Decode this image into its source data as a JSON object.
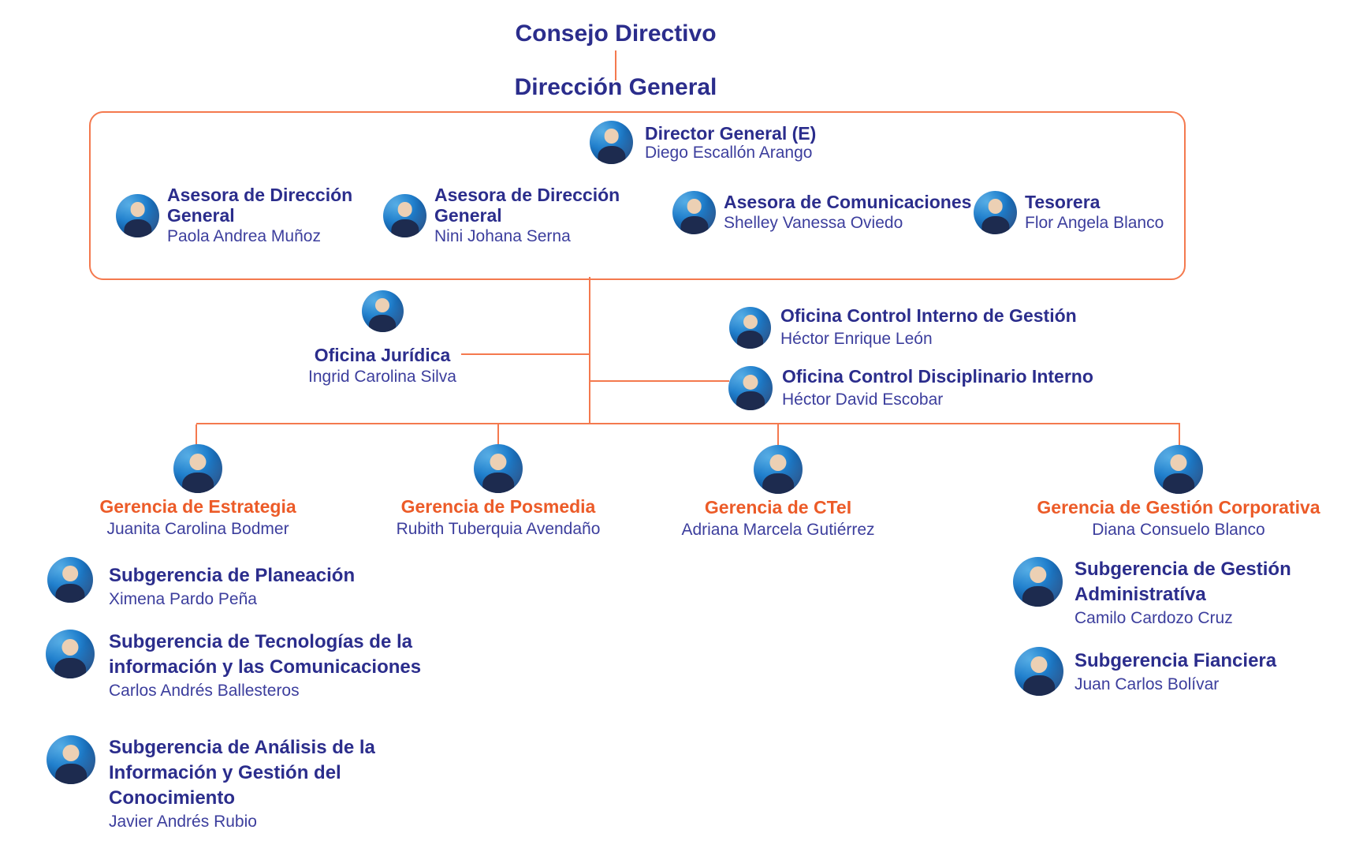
{
  "titles": {
    "top": "Consejo Directivo",
    "main": "Dirección General"
  },
  "board": {
    "director": {
      "role": "Director General (E)",
      "name": "Diego Escallón Arango"
    },
    "advisors": [
      {
        "role_lines": [
          "Asesora de Dirección",
          "General"
        ],
        "name": "Paola Andrea Muñoz"
      },
      {
        "role_lines": [
          "Asesora de Dirección",
          "General"
        ],
        "name": "Nini Johana Serna"
      },
      {
        "role_lines": [
          "Asesora de Comunicaciones"
        ],
        "name": "Shelley Vanessa Oviedo"
      },
      {
        "role_lines": [
          "Tesorera"
        ],
        "name": "Flor Angela Blanco"
      }
    ]
  },
  "offices": [
    {
      "role": "Oficina Jurídica",
      "name": "Ingrid Carolina Silva"
    },
    {
      "role": "Oficina Control Interno de Gestión",
      "name": "Héctor Enrique León"
    },
    {
      "role": "Oficina Control Disciplinario Interno",
      "name": "Héctor David Escobar"
    }
  ],
  "managements": [
    {
      "role": "Gerencia de Estrategia",
      "name": "Juanita Carolina Bodmer"
    },
    {
      "role": "Gerencia de Posmedia",
      "name": "Rubith Tuberquia Avendaño"
    },
    {
      "role": "Gerencia de CTeI",
      "name": "Adriana Marcela Gutiérrez"
    },
    {
      "role": "Gerencia de Gestión Corporativa",
      "name": "Diana Consuelo Blanco"
    }
  ],
  "sub_left": [
    {
      "role_lines": [
        "Subgerencia de Planeación"
      ],
      "name": "Ximena Pardo Peña"
    },
    {
      "role_lines": [
        "Subgerencia de Tecnologías de la",
        "información y las Comunicaciones"
      ],
      "name": "Carlos Andrés Ballesteros"
    },
    {
      "role_lines": [
        "Subgerencia de Análisis de la",
        "Información y Gestión del",
        "Conocimiento"
      ],
      "name": "Javier Andrés Rubio"
    }
  ],
  "sub_right": [
    {
      "role_lines": [
        "Subgerencia de Gestión",
        "Administratíva"
      ],
      "name": "Camilo Cardozo Cruz"
    },
    {
      "role_lines": [
        "Subgerencia Fianciera"
      ],
      "name": "Juan Carlos Bolívar"
    }
  ],
  "colors": {
    "navy_title": "#2b2d8c",
    "navy_name": "#3c3e9d",
    "orange_management": "#ec5b28",
    "orange_lines": "#f4794e",
    "avatar_blue": "#1c72c0"
  }
}
